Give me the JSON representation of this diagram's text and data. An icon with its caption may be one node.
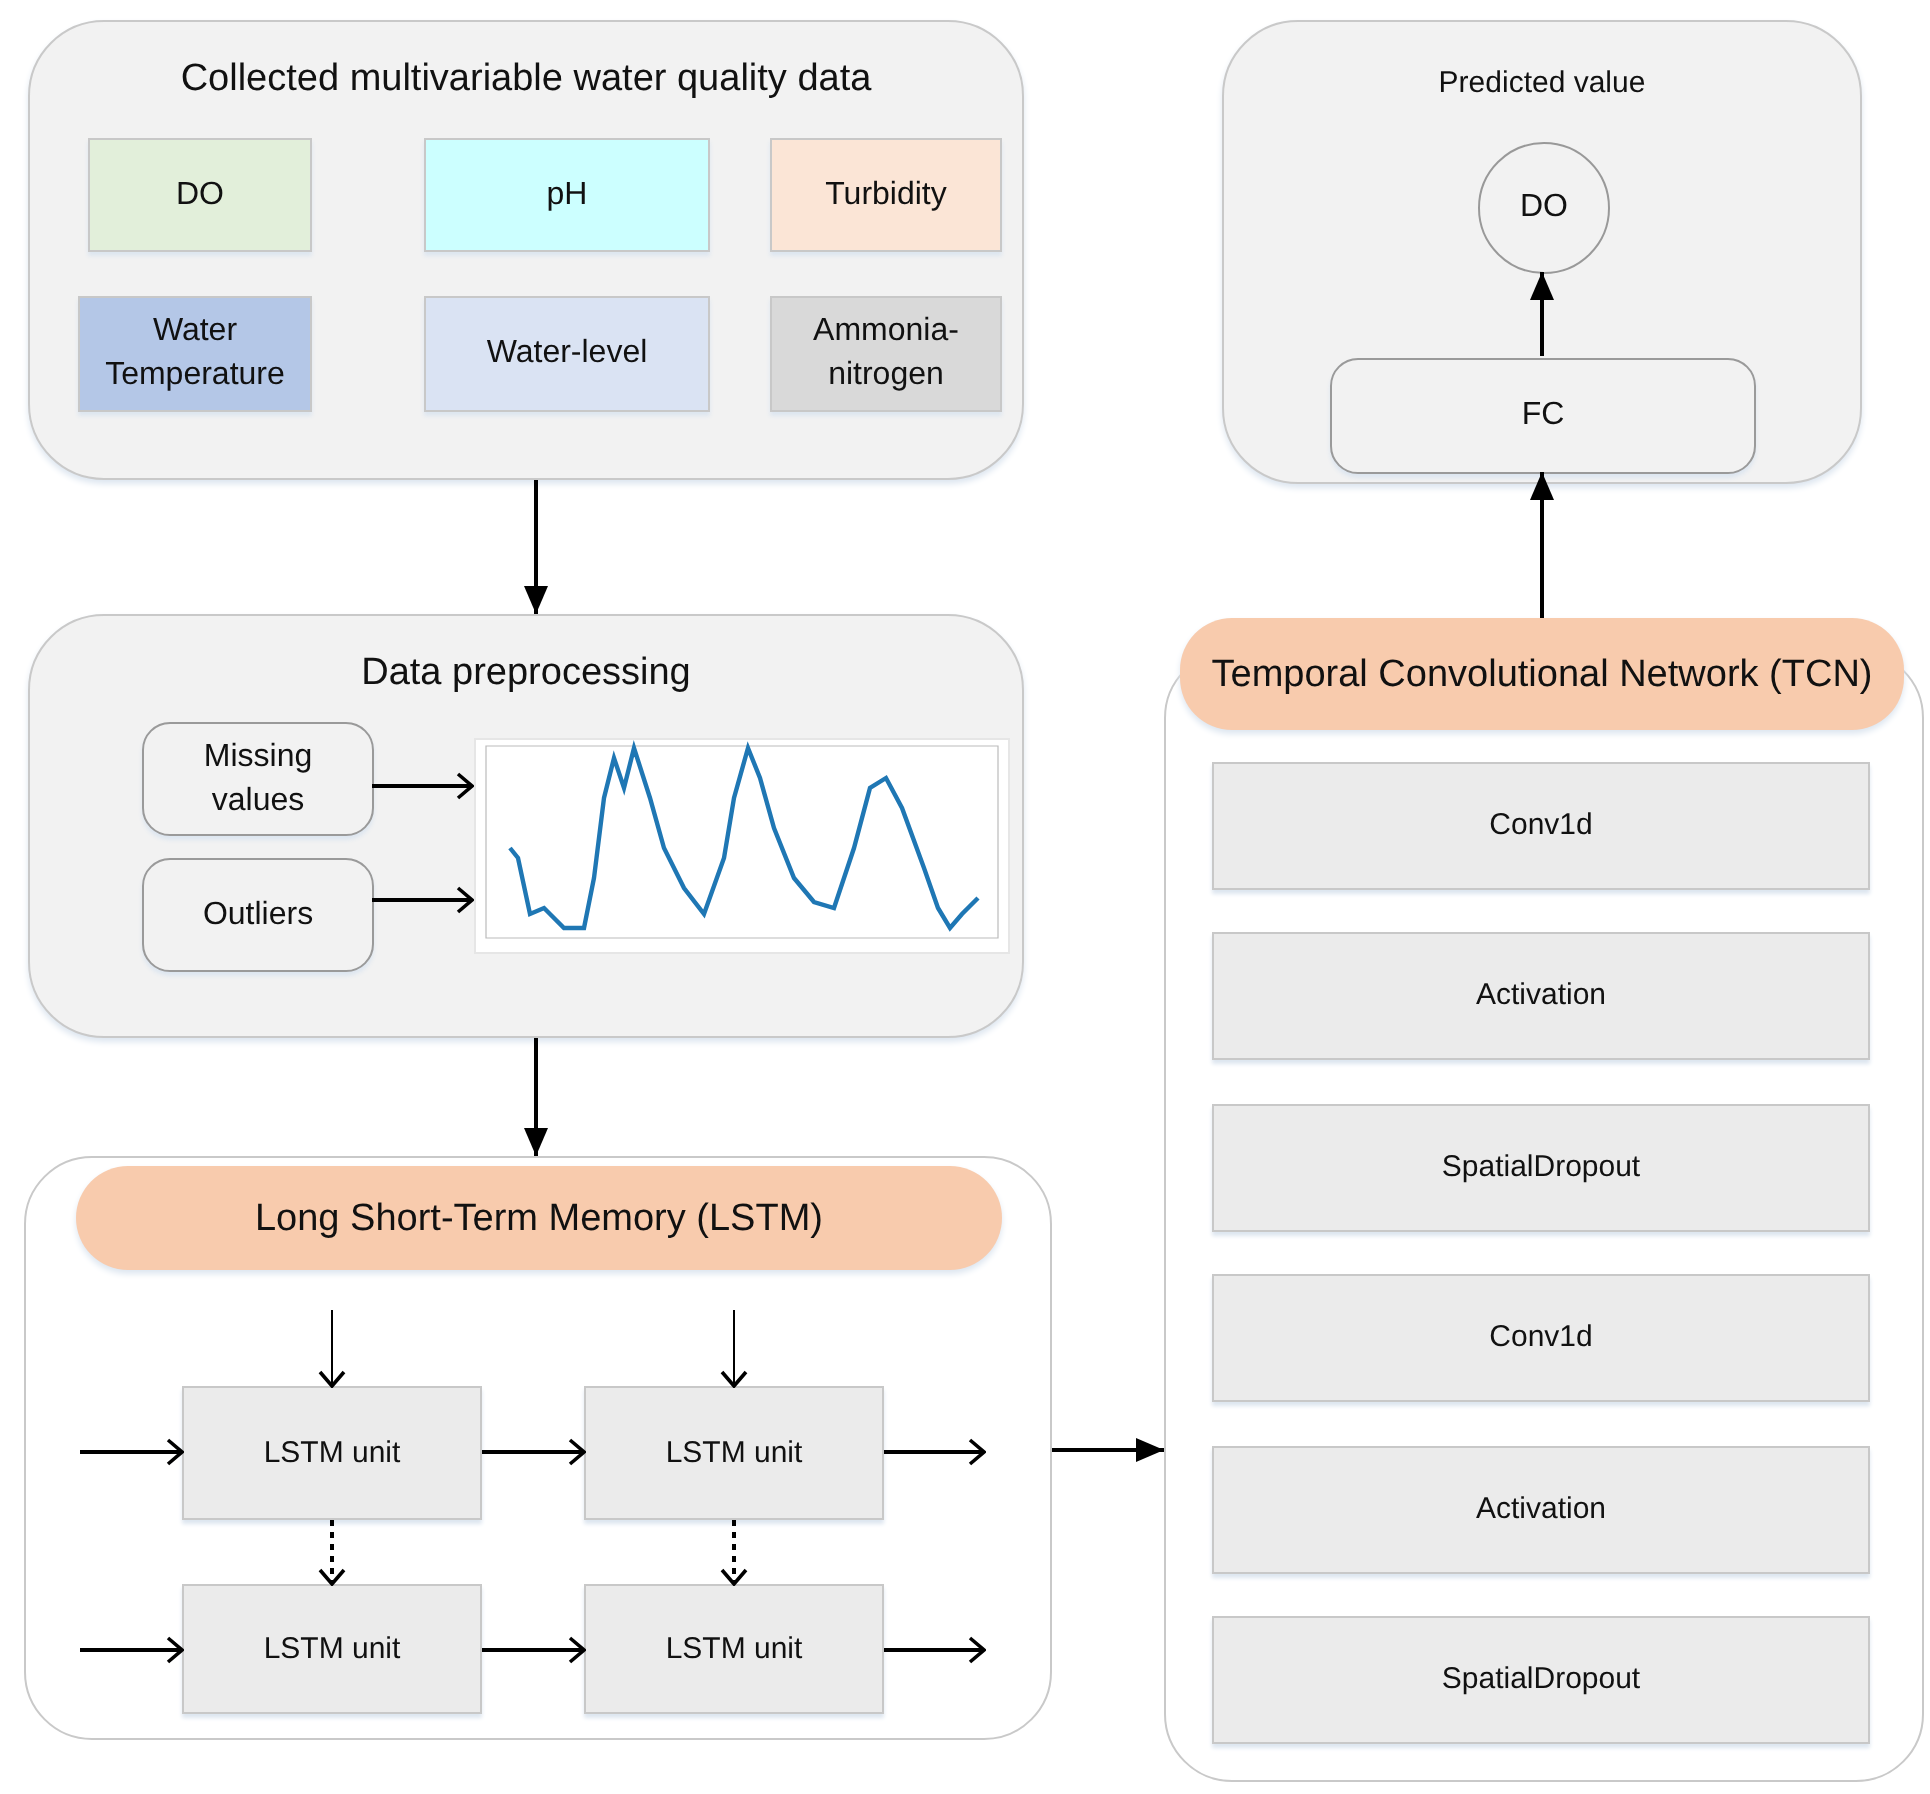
{
  "diagram": {
    "nodes": [
      {
        "text": [
          "Collected multivariable water quality data"
        ]
      },
      {
        "text": [
          "DO"
        ],
        "in": 0
      },
      {
        "text": [
          "pH"
        ],
        "in": 0
      },
      {
        "text": [
          "Turbidity"
        ],
        "in": 0
      },
      {
        "text": [
          "Water Temperature"
        ],
        "in": 0
      },
      {
        "text": [
          "Water-level"
        ],
        "in": 0
      },
      {
        "text": [
          "Ammonia-nitrogen"
        ],
        "in": 0
      },
      {
        "text": [
          "Data preprocessing"
        ]
      },
      {
        "text": [
          "Missing values"
        ],
        "in": 7
      },
      {
        "text": [
          "Outliers"
        ],
        "in": 7
      },
      {
        "text": [],
        "shape": "picture",
        "in": 7
      },
      {
        "text": [
          "Long Short-Term Memory (LSTM)"
        ]
      },
      {
        "text": [
          "LSTM unit"
        ],
        "in": 11
      },
      {
        "text": [
          "LSTM unit"
        ],
        "in": 11
      },
      {
        "text": [
          "LSTM unit"
        ],
        "in": 11
      },
      {
        "text": [
          "LSTM unit"
        ],
        "in": 11
      },
      {
        "text": [
          "Temporal Convolutional Network (TCN)"
        ]
      },
      {
        "text": [
          "Conv1d"
        ],
        "in": 16
      },
      {
        "text": [
          "Activation"
        ],
        "in": 16
      },
      {
        "text": [
          "SpatialDropout"
        ],
        "in": 16
      },
      {
        "text": [
          "Conv1d"
        ],
        "in": 16
      },
      {
        "text": [
          "Activation"
        ],
        "in": 16
      },
      {
        "text": [
          "SpatialDropout"
        ],
        "in": 16
      },
      {
        "text": [
          "Predicted value"
        ]
      },
      {
        "text": [
          "FC"
        ],
        "in": 23
      },
      {
        "text": [
          "DO"
        ],
        "in": 23
      }
    ],
    "edges": [
      {
        "from": 0,
        "to": 7,
        "arrow": "to"
      },
      {
        "from": 7,
        "to": 11,
        "arrow": "to"
      },
      {
        "from": 8,
        "to": 10,
        "arrow": "to"
      },
      {
        "from": 9,
        "to": 10,
        "arrow": "to"
      },
      {
        "from": null,
        "to": 12,
        "arrow": "to"
      },
      {
        "from": null,
        "to": 12,
        "arrow": "to"
      },
      {
        "from": 12,
        "to": 13,
        "arrow": "to"
      },
      {
        "from": 13,
        "to": null,
        "arrow": "to"
      },
      {
        "from": null,
        "to": 13,
        "arrow": "to"
      },
      {
        "from": 12,
        "to": 14,
        "arrow": "to",
        "style": "dashed"
      },
      {
        "from": 13,
        "to": 15,
        "arrow": "to",
        "style": "dashed"
      },
      {
        "from": null,
        "to": 14,
        "arrow": "to"
      },
      {
        "from": 14,
        "to": 15,
        "arrow": "to"
      },
      {
        "from": 15,
        "to": null,
        "arrow": "to"
      },
      {
        "from": 11,
        "to": 16,
        "arrow": "to"
      },
      {
        "from": 16,
        "to": 24,
        "arrow": "to"
      },
      {
        "from": 24,
        "to": 25,
        "arrow": "to"
      }
    ]
  }
}
